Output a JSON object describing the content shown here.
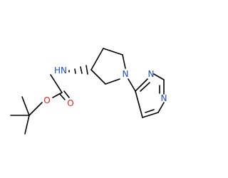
{
  "molecule": {
    "atoms": {
      "amide_nh": "HN",
      "ring_n": "N",
      "pyrimidine_n1": "N",
      "pyrimidine_n3": "N",
      "carbonyl_o": "O",
      "ester_o": "O"
    },
    "colors": {
      "bond": "#000000",
      "nitrogen": "#1f4fb4",
      "oxygen": "#e2231a"
    }
  }
}
